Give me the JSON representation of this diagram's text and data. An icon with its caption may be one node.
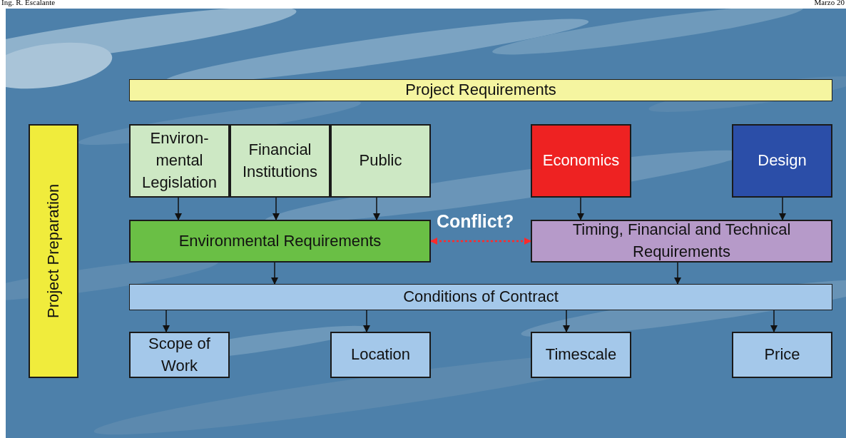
{
  "diagram": {
    "nodes": [
      {
        "text": [
          "Project Requirements"
        ]
      },
      {
        "text": [
          "Project Preparation"
        ]
      },
      {
        "text": [
          "Environ- mental Legislation"
        ]
      },
      {
        "text": [
          "Financial Institutions"
        ]
      },
      {
        "text": [
          "Public"
        ]
      },
      {
        "text": [
          "Economics"
        ]
      },
      {
        "text": [
          "Design"
        ]
      },
      {
        "text": [
          "Environmental Requirements"
        ]
      },
      {
        "text": [
          "Timing, Financial and  Technical Requirements"
        ]
      },
      {
        "text": [
          "Conditions of Contract"
        ]
      },
      {
        "text": [
          "Scope of Work"
        ]
      },
      {
        "text": [
          "Location"
        ]
      },
      {
        "text": [
          "Timescale"
        ]
      },
      {
        "text": [
          "Price"
        ]
      }
    ],
    "edges": [
      {
        "from": 2,
        "to": 7,
        "arrow": "to"
      },
      {
        "from": 3,
        "to": 7,
        "arrow": "to"
      },
      {
        "from": 4,
        "to": 7,
        "arrow": "to"
      },
      {
        "from": 5,
        "to": 8,
        "arrow": "to"
      },
      {
        "from": 6,
        "to": 8,
        "arrow": "to"
      },
      {
        "from": 7,
        "to": 8,
        "arrow": "both",
        "label": "Conflict?",
        "style": "dashed",
        "color": "#ff2a2a"
      },
      {
        "from": 7,
        "to": 9,
        "arrow": "to"
      },
      {
        "from": 8,
        "to": 9,
        "arrow": "to"
      },
      {
        "from": 9,
        "to": 10,
        "arrow": "to"
      },
      {
        "from": 9,
        "to": 11,
        "arrow": "to"
      },
      {
        "from": 9,
        "to": 12,
        "arrow": "to"
      },
      {
        "from": 9,
        "to": 13,
        "arrow": "to"
      }
    ],
    "labels": [
      "Ing. R. Escalante",
      "Marzo 20"
    ]
  }
}
